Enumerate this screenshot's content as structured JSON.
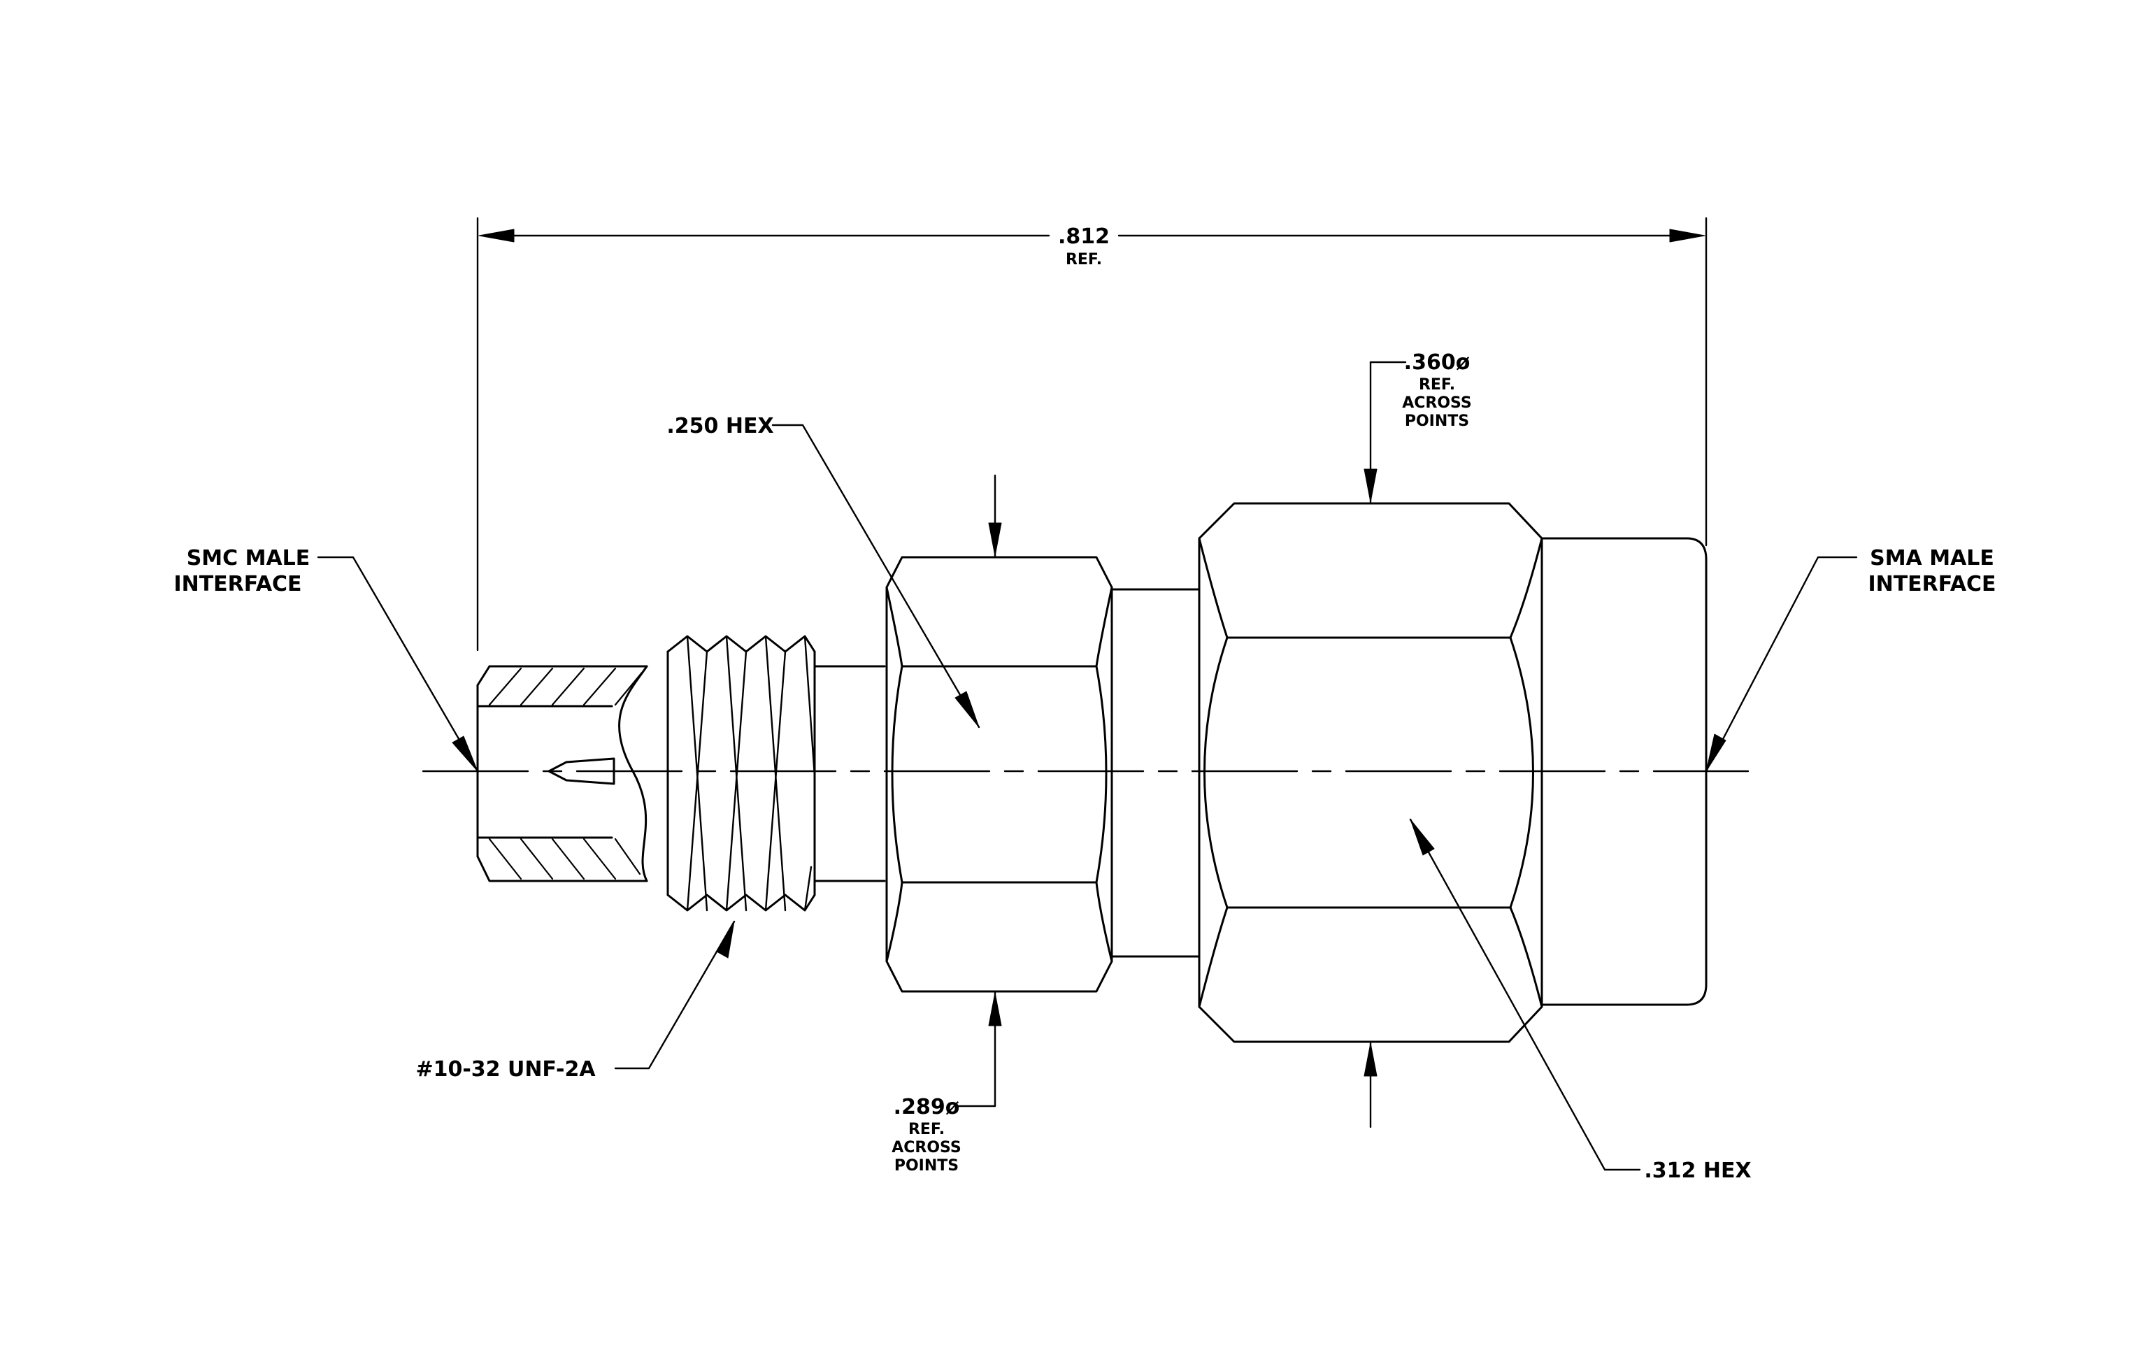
{
  "labels": {
    "overall_length": ".812",
    "overall_length_ref": "REF.",
    "smc": [
      "SMC  MALE",
      "INTERFACE"
    ],
    "sma": [
      "SMA  MALE",
      "INTERFACE"
    ],
    "thread": "#10-32  UNF-2A",
    "small_hex": ".250  HEX",
    "large_hex": ".312  HEX",
    "small_hex_points": [
      ".289ø",
      "REF.",
      "ACROSS",
      "POINTS"
    ],
    "large_hex_points": [
      ".360ø",
      "REF.",
      "ACROSS",
      "POINTS"
    ]
  },
  "colors": {
    "line": "#000000",
    "background": "#ffffff"
  }
}
